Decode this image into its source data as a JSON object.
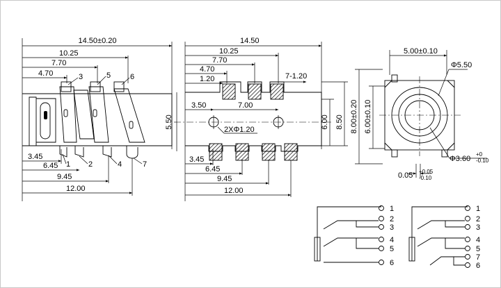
{
  "side_view": {
    "dims_top": [
      "14.50±0.20",
      "10.25",
      "7.70",
      "4.70"
    ],
    "dims_bottom": [
      "3.45",
      "6.45",
      "9.45",
      "12.00"
    ],
    "pins_top": [
      "3",
      "5",
      "6"
    ],
    "pins_bottom": [
      "1",
      "2",
      "4",
      "7"
    ]
  },
  "pcb_view": {
    "dims_top": [
      "14.50",
      "10.25",
      "7.70",
      "4.70",
      "1.20"
    ],
    "pad": "7-1.20",
    "spacing_left": "3.50",
    "spacing_mid": "7.00",
    "height_left": "5.50",
    "height_r1": "6.00",
    "height_r2": "8.50",
    "hole": "2XΦ1.20",
    "dims_bottom": [
      "3.45",
      "6.45",
      "9.45",
      "12.00"
    ]
  },
  "front_view": {
    "width": "5.00±0.10",
    "height_outer": "8.00±0.20",
    "height_inner": "6.00±0.10",
    "outer_dia": "Φ5.50",
    "inner_dia": "Φ3.60",
    "inner_tol_plus": "+0",
    "inner_tol_minus": "-0.10",
    "offset": "0.05",
    "offset_tol_plus": "+0.05",
    "offset_tol_minus": "-0.10"
  },
  "schematic_left": {
    "pins": [
      "1",
      "2",
      "3",
      "4",
      "5",
      "6"
    ]
  },
  "schematic_right": {
    "pins": [
      "1",
      "2",
      "3",
      "4",
      "5",
      "7",
      "6"
    ]
  }
}
